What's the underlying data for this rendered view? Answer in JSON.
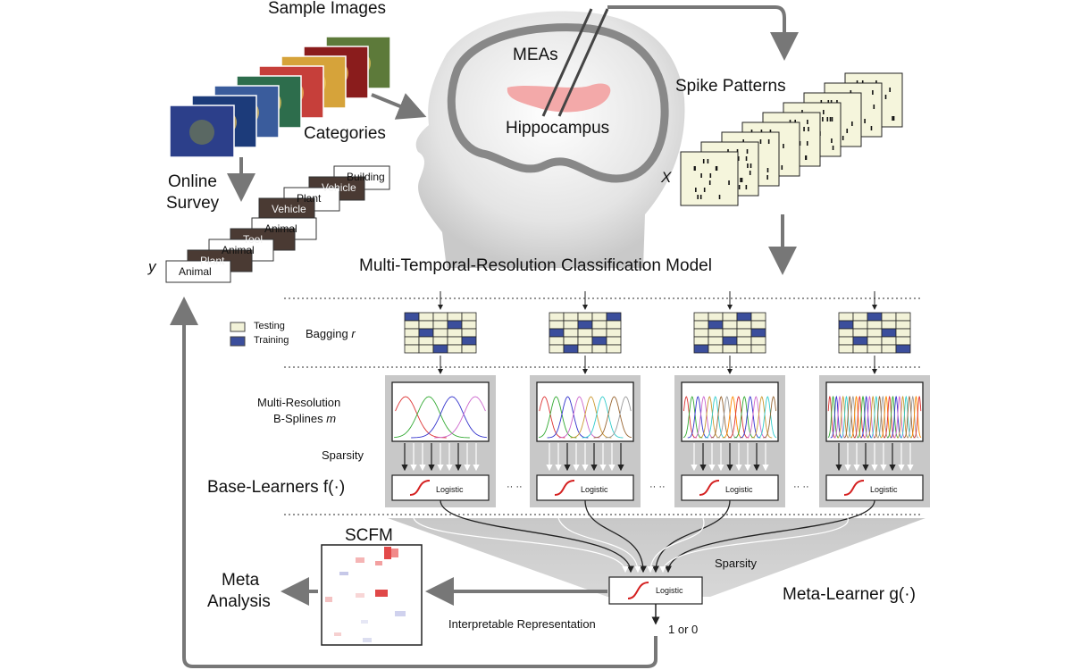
{
  "labels": {
    "sample_images": "Sample Images",
    "categories": "Categories",
    "online_survey_1": "Online",
    "online_survey_2": "Survey",
    "y_var": "y",
    "x_var": "X",
    "meas": "MEAs",
    "hippocampus": "Hippocampus",
    "spike_patterns": "Spike Patterns",
    "model_title": "Multi-Temporal-Resolution Classification Model",
    "legend_testing": "Testing",
    "legend_training": "Training",
    "bagging": "Bagging",
    "bagging_var": "r",
    "multires_1": "Multi-Resolution",
    "multires_2": "B-Splines",
    "multires_var": "m",
    "sparsity_base": "Sparsity",
    "base_learners": "Base-Learners",
    "base_learners_fn": "f(·)",
    "logistic": "Logistic",
    "ellipsis": "·· ··",
    "scfm": "SCFM",
    "meta_1": "Meta",
    "meta_2": "Analysis",
    "interpretable": "Interpretable Representation",
    "sparsity_meta": "Sparsity",
    "meta_learner": "Meta-Learner",
    "meta_learner_fn": "g(·)",
    "output": "1 or 0"
  },
  "category_cards_front": [
    "Animal",
    "Plant",
    "Animal",
    "Tool",
    "Animal"
  ],
  "category_cards_back": [
    "Vehicle",
    "Plant",
    "Vehicle",
    "Building"
  ],
  "colors": {
    "testing": "#f2f2d8",
    "training": "#3b4e9c",
    "spike_card": "#f5f5dc",
    "panel_gray": "#c8c8c8",
    "dark_card": "#4a3a33",
    "arrow_gray": "#777777",
    "red": "#d42020"
  }
}
